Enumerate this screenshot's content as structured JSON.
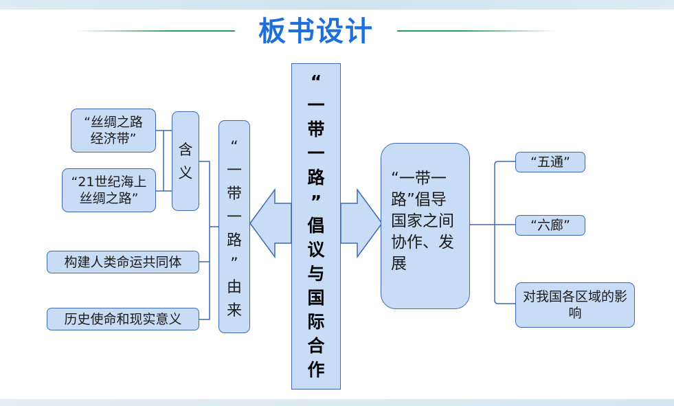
{
  "title": "板书设计",
  "center": "“一带一路”倡议与国际合作",
  "left_branch": {
    "label": "“一带一路”由来",
    "meaning": {
      "label": "含义",
      "items": [
        "“丝绸之路经济带”",
        "“21世纪海上丝绸之路”"
      ]
    },
    "items": [
      "构建人类命运共同体",
      "历史使命和现实意义"
    ]
  },
  "right_branch": {
    "label": "“一带一路”倡导国家之间协作、发展",
    "items": [
      "“五通”",
      "“六廊”",
      "对我国各区域的影响"
    ]
  },
  "colors": {
    "title": "#1e6fdc",
    "box_fill": "#c8dcf5",
    "box_border": "#3f68b4",
    "line": "#3f68b4",
    "rule": "#2e9a5a"
  }
}
